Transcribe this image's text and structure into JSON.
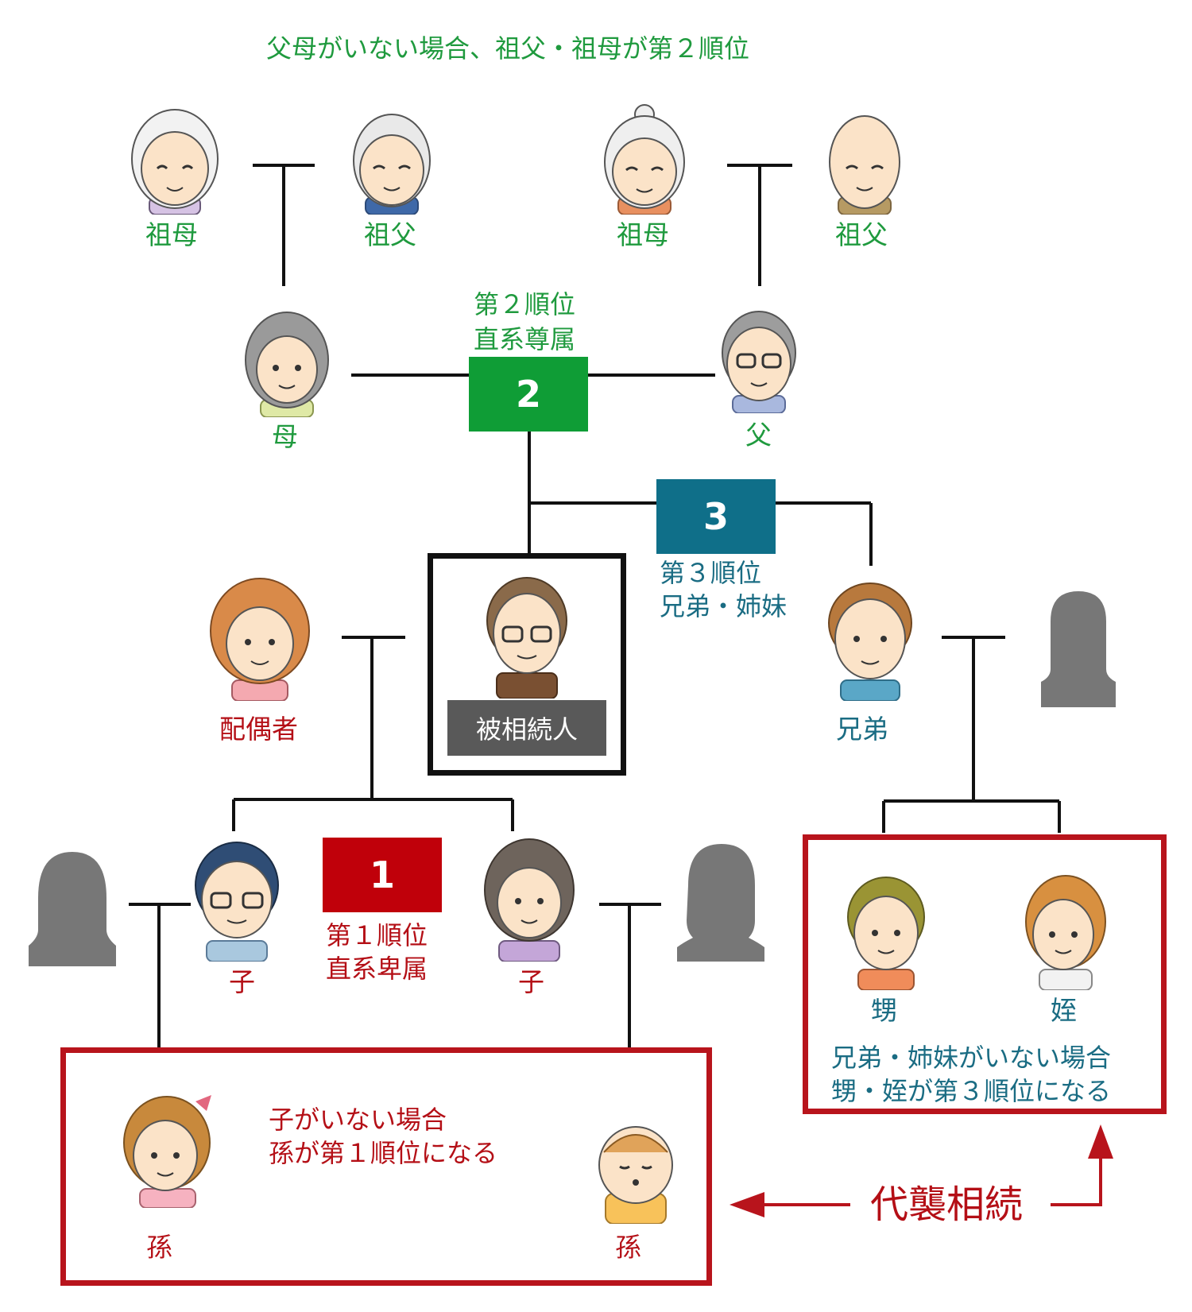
{
  "header_note": "父母がいない場合、祖父・祖母が第２順位",
  "paternal_grandparents": {
    "grandmother": "祖母",
    "grandfather": "祖父"
  },
  "maternal_grandparents": {
    "grandmother": "祖母",
    "grandfather": "祖父"
  },
  "rank2": {
    "number": "2",
    "title": "第２順位",
    "subtitle": "直系尊属"
  },
  "parents": {
    "mother": "母",
    "father": "父"
  },
  "rank3": {
    "number": "3",
    "title": "第３順位",
    "subtitle": "兄弟・姉妹"
  },
  "spouse": "配偶者",
  "deceased": "被相続人",
  "sibling": "兄弟",
  "rank1": {
    "number": "1",
    "title": "第１順位",
    "subtitle": "直系卑属"
  },
  "children": [
    "子",
    "子"
  ],
  "nephew": "甥",
  "niece": "姪",
  "nephew_note": [
    "兄弟・姉妹がいない場合",
    "甥・姪が第３順位になる"
  ],
  "grandchild_note": [
    "子がいない場合",
    "孫が第１順位になる"
  ],
  "grandchildren": [
    "孫",
    "孫"
  ],
  "succession": "代襲相続",
  "colors": {
    "green": "#1f9a3e",
    "red": "#b40f16",
    "teal": "#1a6c83",
    "rank1_box": "#c0000a",
    "rank2_box": "#0f9d36",
    "rank3_box": "#0f6f89",
    "deceased_label_bg": "#595959"
  }
}
